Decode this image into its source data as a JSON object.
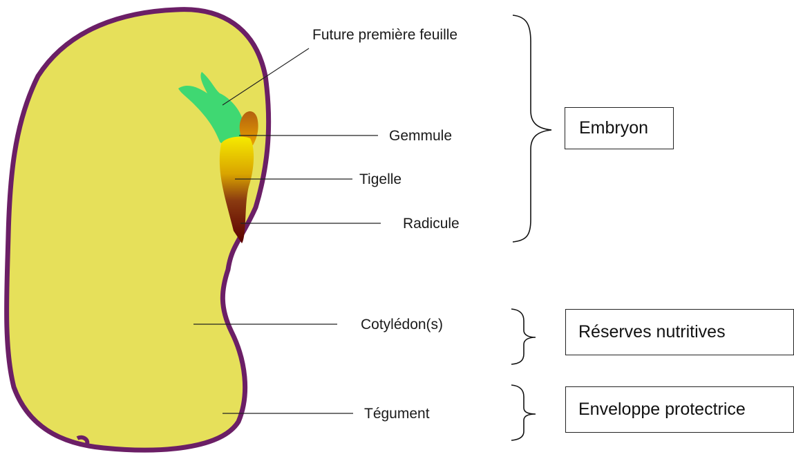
{
  "labels": {
    "feuille": "Future première feuille",
    "gemmule": "Gemmule",
    "tigelle": "Tigelle",
    "radicule": "Radicule",
    "cotyledon": "Cotylédon(s)",
    "tegument": "Tégument"
  },
  "boxes": {
    "embryon": "Embryon",
    "reserves": "Réserves nutritives",
    "enveloppe": "Enveloppe protectrice"
  },
  "colors": {
    "seed_fill": "#e6e05a",
    "seed_outline": "#6b1f66",
    "leaf": "#3fd872",
    "stem_top": "#f2e600",
    "stem_bottom": "#6b0000"
  }
}
